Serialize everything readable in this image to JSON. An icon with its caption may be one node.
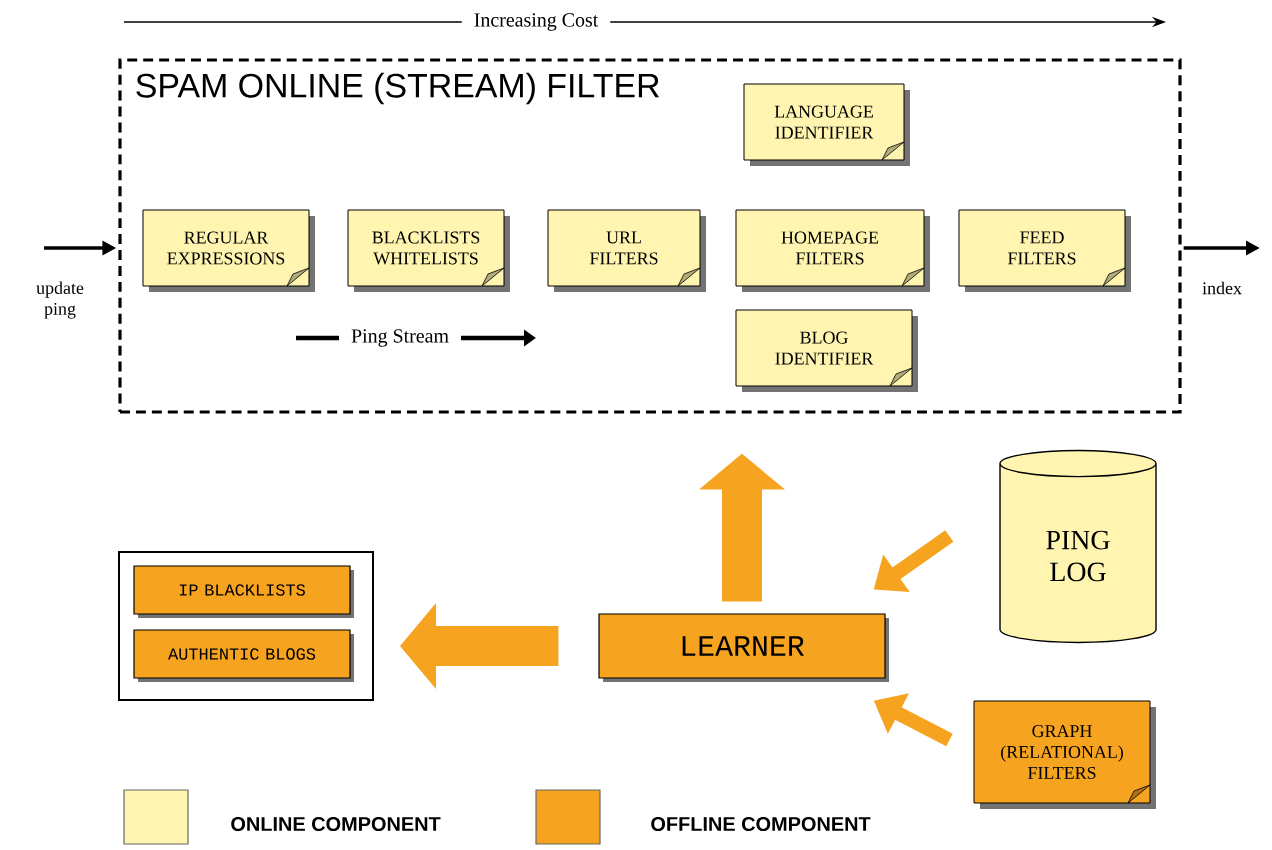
{
  "diagram": {
    "nodes": [
      {
        "text": [
          "SPAM ONLINE (STREAM) FILTER"
        ]
      },
      {
        "text": [
          "LANGUAGE IDENTIFIER"
        ],
        "in": 0
      },
      {
        "text": [
          "REGULAR EXPRESSIONS"
        ],
        "in": 0
      },
      {
        "text": [
          "BLACKLISTS WHITELISTS"
        ],
        "in": 0
      },
      {
        "text": [
          "URL FILTERS"
        ],
        "in": 0
      },
      {
        "text": [
          "HOMEPAGE FILTERS"
        ],
        "in": 0
      },
      {
        "text": [
          "FEED FILTERS"
        ],
        "in": 0
      },
      {
        "text": [
          "BLOG IDENTIFIER"
        ],
        "in": 0
      },
      {
        "text": [
          "update ping"
        ]
      },
      {
        "text": [
          "index"
        ]
      },
      {
        "text": [],
        "shape": "box"
      },
      {
        "text": [
          "IP BLACKLISTS"
        ],
        "in": 10
      },
      {
        "text": [
          "AUTHENTIC BLOGS"
        ],
        "in": 10
      },
      {
        "text": [
          "LEARNER"
        ]
      },
      {
        "text": [
          "PING LOG"
        ]
      },
      {
        "text": [
          "GRAPH (RELATIONAL) FILTERS"
        ]
      }
    ],
    "edges": [
      {
        "from": 8,
        "to": 0,
        "arrow": "to",
        "color": "#000000"
      },
      {
        "from": 0,
        "to": 9,
        "arrow": "to",
        "color": "#000000"
      },
      {
        "from": 13,
        "to": 0,
        "arrow": "to",
        "style": "thick"
      },
      {
        "from": 13,
        "to": 10,
        "arrow": "to",
        "style": "thick"
      },
      {
        "from": 14,
        "to": 13,
        "arrow": "to"
      },
      {
        "from": 15,
        "to": 13,
        "arrow": "to"
      }
    ],
    "labels": [
      "Increasing Cost",
      "Ping Stream"
    ],
    "legend": [
      {
        "text": "ONLINE COMPONENT",
        "color": "#fff5b0"
      },
      {
        "text": "OFFLINE COMPONENT",
        "color": "#f6a320"
      }
    ]
  }
}
